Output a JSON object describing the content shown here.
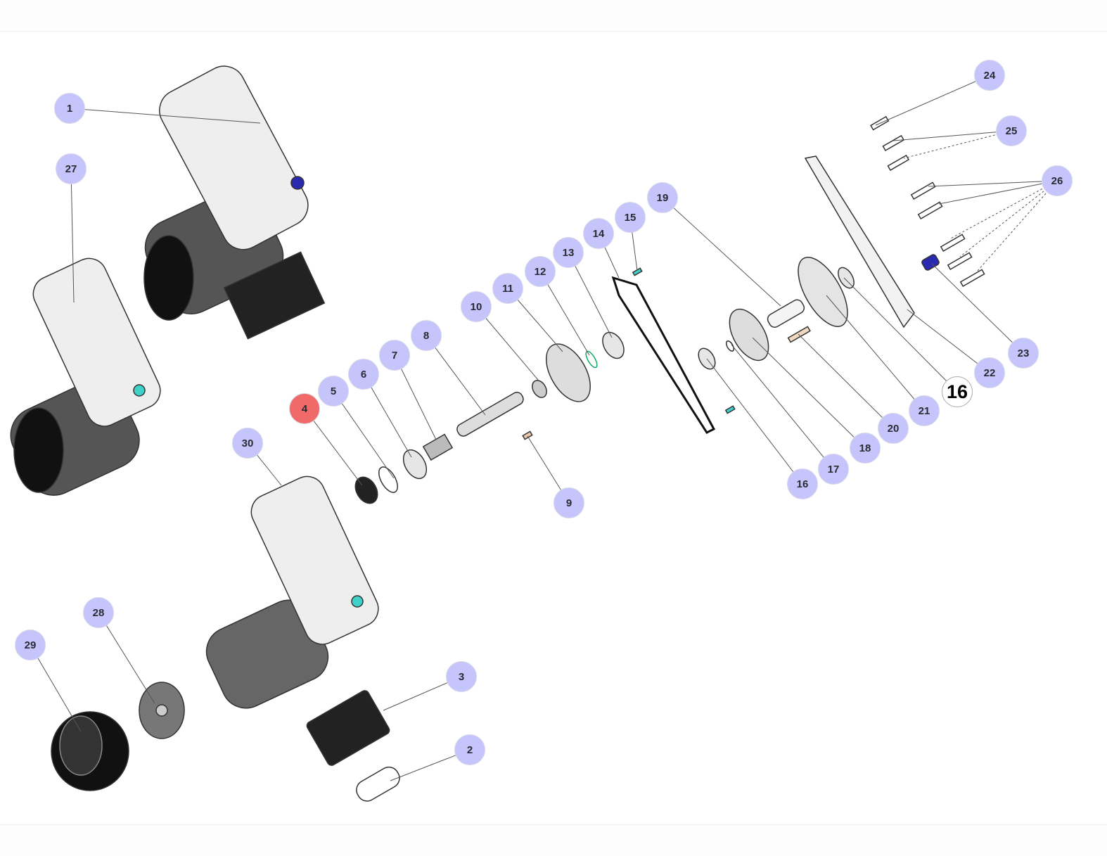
{
  "diagram": {
    "callouts": [
      "1",
      "2",
      "3",
      "4",
      "5",
      "6",
      "7",
      "8",
      "9",
      "10",
      "11",
      "12",
      "13",
      "14",
      "15",
      "16",
      "17",
      "18",
      "19",
      "20",
      "21",
      "22",
      "23",
      "24",
      "25",
      "26",
      "27",
      "28",
      "29",
      "30",
      "16"
    ],
    "highlighted": "4",
    "selected_label": "16",
    "colors": {
      "callout": "#c5c5fb",
      "highlight": "#f06a6a",
      "selected": "#ffffff",
      "accent_part": "#2a2ab0",
      "oring": "#3fd0c8"
    }
  }
}
